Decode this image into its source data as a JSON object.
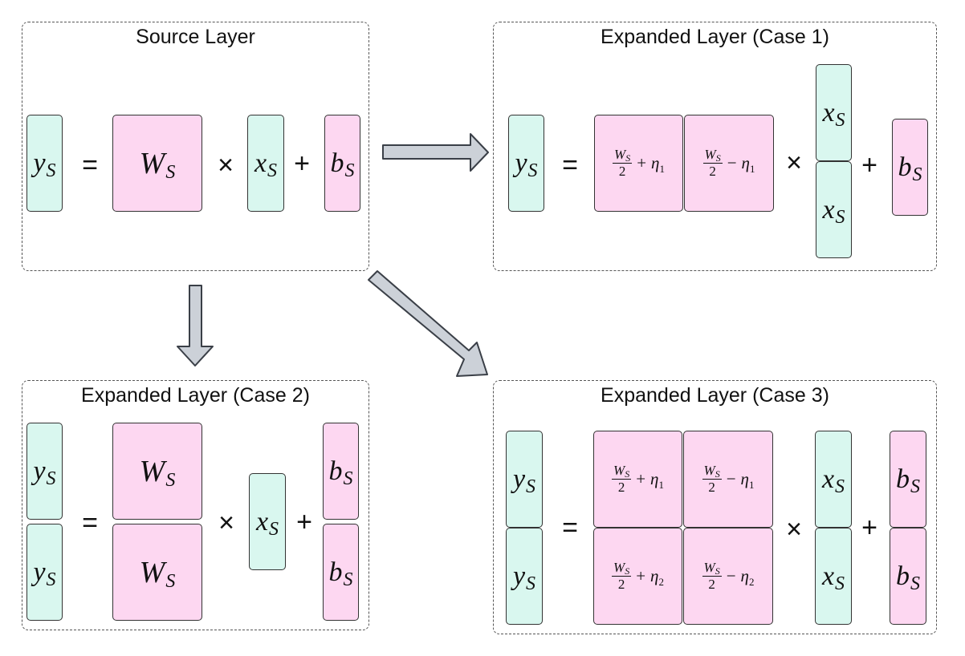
{
  "panels": {
    "source": {
      "title": "Source Layer"
    },
    "case1": {
      "title": "Expanded Layer (Case 1)"
    },
    "case2": {
      "title": "Expanded Layer (Case 2)"
    },
    "case3": {
      "title": "Expanded Layer (Case 3)"
    }
  },
  "symbols": {
    "y": "y",
    "W": "W",
    "x": "x",
    "b": "b",
    "sub": "S",
    "eta": "η",
    "eta_sub_1": "1",
    "eta_sub_2": "2",
    "two": "2",
    "plus": "+",
    "minus": "−"
  },
  "operators": {
    "equals": "=",
    "times": "×",
    "plus": "+"
  },
  "colors": {
    "vector_fill": "#d9f7ef",
    "matrix_fill": "#fdd7f1",
    "arrow_fill": "#ccd1d8",
    "arrow_stroke": "#3a3f47",
    "border": "#555555"
  }
}
